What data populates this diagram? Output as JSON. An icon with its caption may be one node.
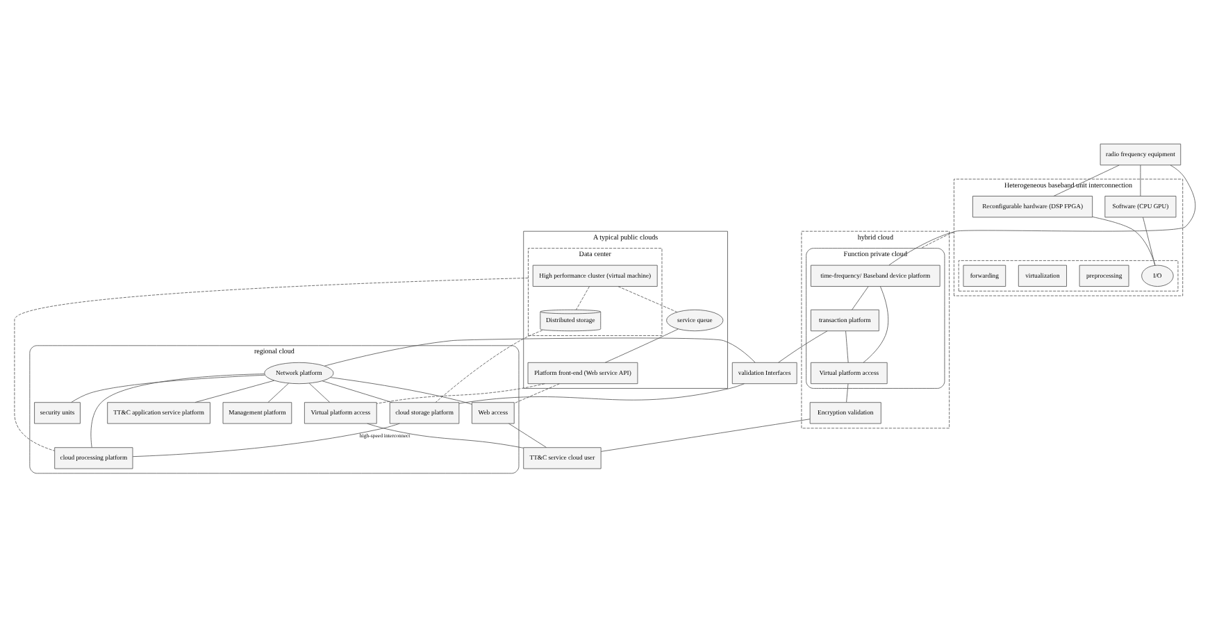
{
  "diagram": {
    "nodes": [
      {
        "text": [
          "A typical public clouds"
        ]
      },
      {
        "text": [
          "Data center"
        ],
        "in": 0
      },
      {
        "text": [
          "High performance cluster (virtual machine)"
        ],
        "in": 1
      },
      {
        "text": [
          "Distributed storage"
        ],
        "in": 1
      },
      {
        "text": [
          "service queue"
        ],
        "in": 0
      },
      {
        "text": [
          "Platform front-end (Web service API)"
        ],
        "in": 0
      },
      {
        "text": [
          "Heterogeneous baseband unit interconnection"
        ]
      },
      {
        "text": [
          "Reconfigurable hardware (DSP FPGA)"
        ],
        "in": 6
      },
      {
        "text": [
          "Software (CPU GPU)"
        ],
        "in": 6
      },
      {
        "text": [],
        "shape": "box",
        "in": 6
      },
      {
        "text": [
          "I/O"
        ],
        "in": 9
      },
      {
        "text": [
          "preprocessing"
        ],
        "in": 9
      },
      {
        "text": [
          "virtualization"
        ],
        "in": 9
      },
      {
        "text": [
          "forwarding"
        ],
        "in": 9
      },
      {
        "text": [
          "regional cloud"
        ]
      },
      {
        "text": [
          "security units"
        ],
        "in": 14
      },
      {
        "text": [
          "cloud storage platform"
        ],
        "in": 14
      },
      {
        "text": [
          "cloud processing platform"
        ],
        "in": 14
      },
      {
        "text": [
          "Web access"
        ],
        "in": 14
      },
      {
        "text": [
          "Network platform"
        ],
        "in": 14
      },
      {
        "text": [
          "validation Interfaces"
        ]
      },
      {
        "text": [
          "TT&C application service platform"
        ],
        "in": 14
      },
      {
        "text": [
          "Management platform"
        ],
        "in": 14
      },
      {
        "text": [
          "Virtual platform access"
        ],
        "in": 14
      },
      {
        "text": [
          "hybrid cloud"
        ]
      },
      {
        "text": [
          "Function private cloud"
        ],
        "in": 24
      },
      {
        "text": [
          "time-frequency/ Baseband device platform"
        ],
        "in": 25
      },
      {
        "text": [
          "transaction platform"
        ],
        "in": 25
      },
      {
        "text": [
          "Virtual platform access"
        ],
        "in": 25
      },
      {
        "text": [
          "Encryption validation"
        ],
        "in": 24
      },
      {
        "text": [
          "radio frequency equipment"
        ]
      },
      {
        "text": [
          "TT&C service cloud user"
        ]
      }
    ],
    "edges": [
      {
        "from": 2,
        "to": 4,
        "arrow": "none",
        "style": "dashed"
      },
      {
        "from": 2,
        "to": 3,
        "arrow": "none",
        "style": "dashed"
      },
      {
        "from": 4,
        "to": 5,
        "arrow": "none"
      },
      {
        "from": 3,
        "to": 16,
        "arrow": "none",
        "style": "dashed"
      },
      {
        "from": 1,
        "to": 17,
        "arrow": "none",
        "style": "dashed"
      },
      {
        "from": 5,
        "to": 23,
        "arrow": "none",
        "style": "dashed"
      },
      {
        "from": 5,
        "to": 18,
        "arrow": "none",
        "style": "dashed"
      },
      {
        "from": 16,
        "to": 17,
        "arrow": "none",
        "label": "high-speed interconnect"
      },
      {
        "from": 19,
        "to": 15,
        "arrow": "none"
      },
      {
        "from": 19,
        "to": 16,
        "arrow": "none"
      },
      {
        "from": 19,
        "to": 17,
        "arrow": "none"
      },
      {
        "from": 19,
        "to": 18,
        "arrow": "none"
      },
      {
        "from": 19,
        "to": 20,
        "arrow": "none"
      },
      {
        "from": 19,
        "to": 21,
        "arrow": "none"
      },
      {
        "from": 19,
        "to": 22,
        "arrow": "none"
      },
      {
        "from": 19,
        "to": 23,
        "arrow": "none"
      },
      {
        "from": 20,
        "to": 16,
        "arrow": "none"
      },
      {
        "from": 27,
        "to": 20,
        "arrow": "none"
      },
      {
        "from": 26,
        "to": 27,
        "arrow": "none"
      },
      {
        "from": 26,
        "to": 28,
        "arrow": "none"
      },
      {
        "from": 27,
        "to": 28,
        "arrow": "none"
      },
      {
        "from": 28,
        "to": 29,
        "arrow": "none"
      },
      {
        "from": 29,
        "to": 31,
        "arrow": "none"
      },
      {
        "from": 23,
        "to": 31,
        "arrow": "none"
      },
      {
        "from": 18,
        "to": 31,
        "arrow": "none"
      },
      {
        "from": 30,
        "to": 26,
        "arrow": "none"
      },
      {
        "from": 30,
        "to": 7,
        "arrow": "none"
      },
      {
        "from": 30,
        "to": 8,
        "arrow": "none"
      },
      {
        "from": 7,
        "to": 10,
        "arrow": "none"
      },
      {
        "from": 8,
        "to": 10,
        "arrow": "none"
      },
      {
        "from": 6,
        "to": 25,
        "arrow": "none",
        "style": "dashed"
      }
    ]
  }
}
